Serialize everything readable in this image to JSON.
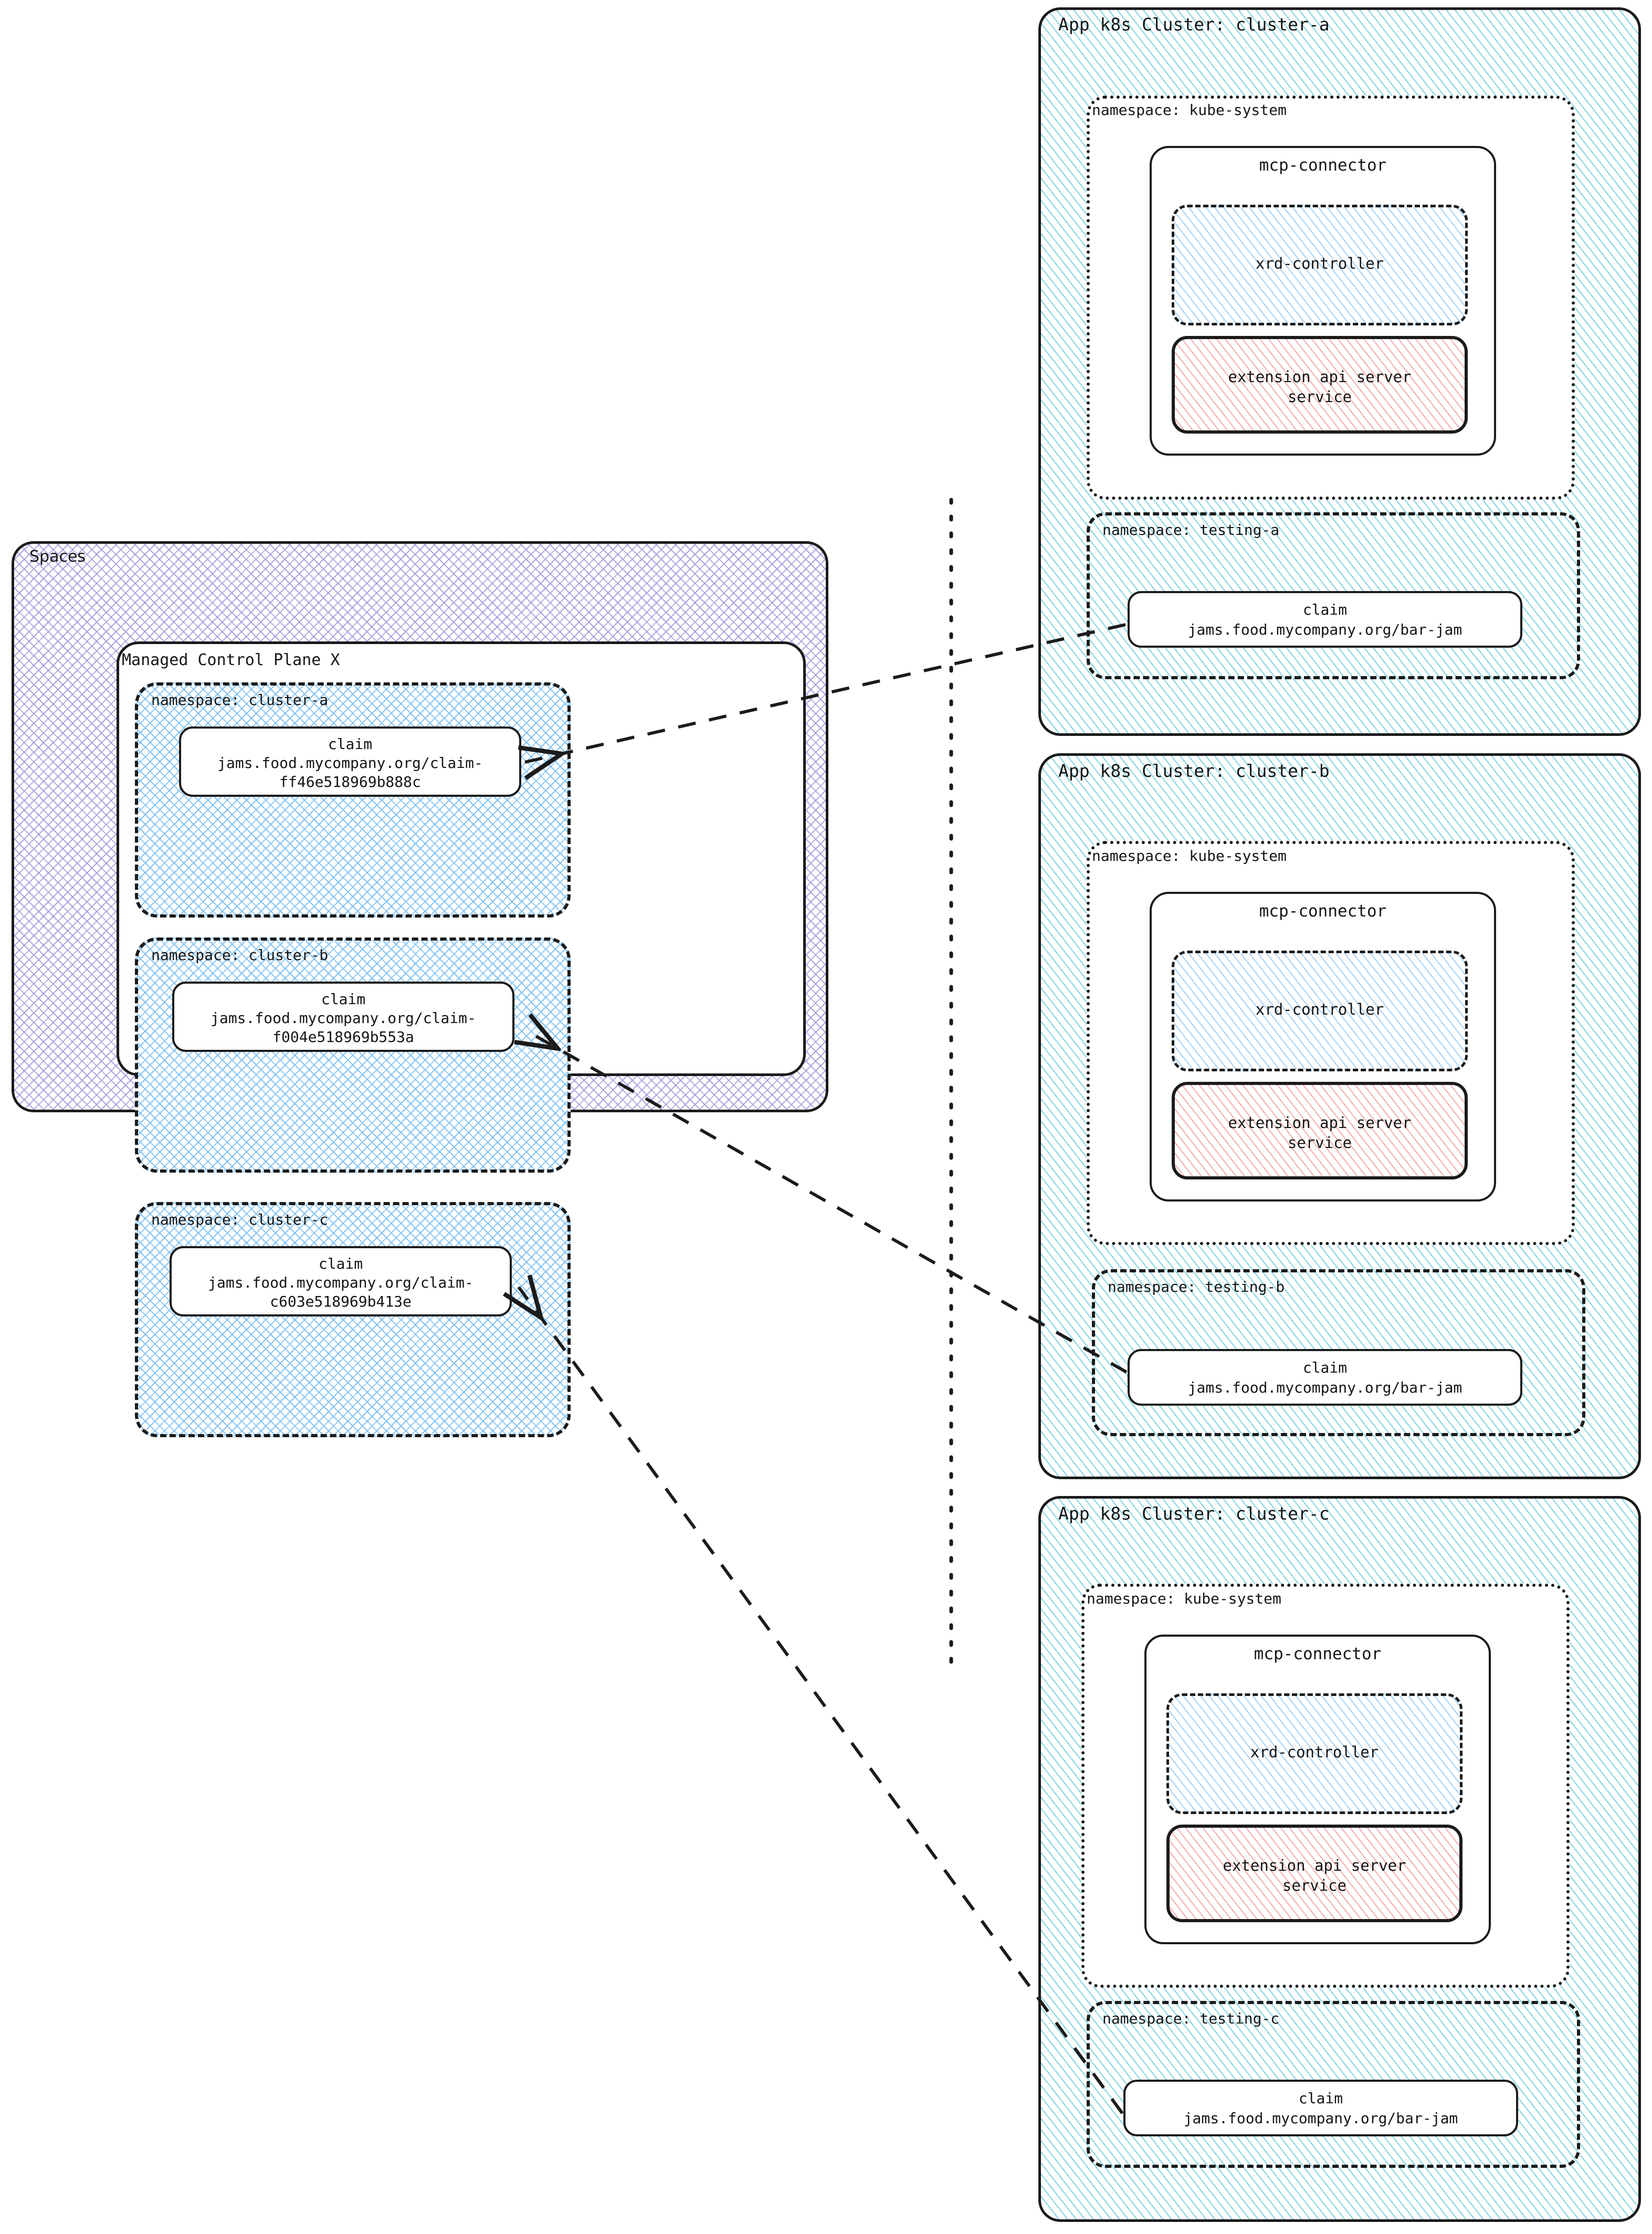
{
  "diagram": {
    "title_hidden": "",
    "colors": {
      "ink": "#1b1b1b",
      "spaces_hatch": "#a096dc",
      "mcp_namespace_hatch": "#78bef5",
      "cluster_hatch": "#69cddc",
      "xrd_hatch": "#96c8f5",
      "extension_api_hatch": "#f59696"
    },
    "spaces": {
      "label": "Spaces",
      "control_plane": {
        "label": "Managed Control Plane X",
        "namespaces": [
          {
            "label": "namespace: cluster-a",
            "claim": {
              "kind": "claim",
              "ref_line1": "jams.food.mycompany.org/claim-",
              "ref_line2": "ff46e518969b888c"
            }
          },
          {
            "label": "namespace: cluster-b",
            "claim": {
              "kind": "claim",
              "ref_line1": "jams.food.mycompany.org/claim-",
              "ref_line2": "f004e518969b553a"
            }
          },
          {
            "label": "namespace: cluster-c",
            "claim": {
              "kind": "claim",
              "ref_line1": "jams.food.mycompany.org/claim-",
              "ref_line2": "c603e518969b413e"
            }
          }
        ]
      }
    },
    "clusters": [
      {
        "label": "App k8s Cluster: cluster-a",
        "system_namespace": {
          "label": "namespace: kube-system",
          "connector": {
            "label": "mcp-connector",
            "controller": {
              "label": "xrd-controller"
            },
            "service": {
              "line1": "extension api server",
              "line2": "service"
            }
          }
        },
        "testing_namespace": {
          "label": "namespace: testing-a",
          "claim": {
            "kind": "claim",
            "ref": "jams.food.mycompany.org/bar-jam"
          }
        }
      },
      {
        "label": "App k8s Cluster: cluster-b",
        "system_namespace": {
          "label": "namespace: kube-system",
          "connector": {
            "label": "mcp-connector",
            "controller": {
              "label": "xrd-controller"
            },
            "service": {
              "line1": "extension api server",
              "line2": "service"
            }
          }
        },
        "testing_namespace": {
          "label": "namespace: testing-b",
          "claim": {
            "kind": "claim",
            "ref": "jams.food.mycompany.org/bar-jam"
          }
        }
      },
      {
        "label": "App k8s Cluster: cluster-c",
        "system_namespace": {
          "label": "namespace: kube-system",
          "connector": {
            "label": "mcp-connector",
            "controller": {
              "label": "xrd-controller"
            },
            "service": {
              "line1": "extension api server",
              "line2": "service"
            }
          }
        },
        "testing_namespace": {
          "label": "namespace: testing-c",
          "claim": {
            "kind": "claim",
            "ref": "jams.food.mycompany.org/bar-jam"
          }
        }
      }
    ]
  }
}
